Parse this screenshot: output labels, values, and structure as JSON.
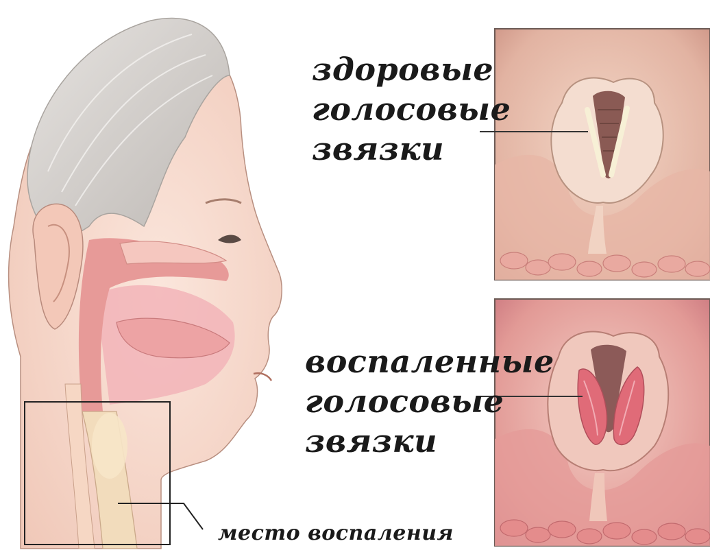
{
  "labels": {
    "healthy": [
      "здоровые",
      "голосовые",
      "звязки"
    ],
    "inflamed": [
      "воспаленные",
      "голосовые",
      "звязки"
    ],
    "site": "место воспаления"
  },
  "colors": {
    "background": "#ffffff",
    "skin": "#f6d4c6",
    "hair": "#d4d0cc",
    "tissue": "#e8a79a",
    "inflamed_tissue": "#e07a80",
    "cords": "#f7f0d6",
    "trachea": "#f0dcb8",
    "lines": "#333333"
  }
}
